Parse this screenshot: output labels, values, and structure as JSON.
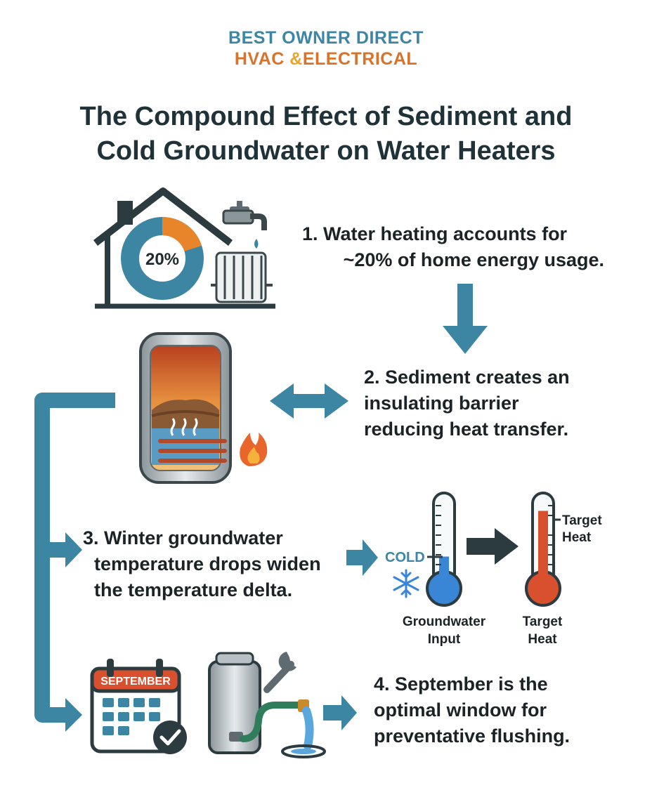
{
  "brand": {
    "line1": "BEST OWNER DIRECT",
    "line2_part1": "HVAC ",
    "line2_amp": "&",
    "line2_part2": "ELECTRICAL"
  },
  "title": {
    "line1": "The Compound Effect of Sediment and",
    "line2": "Cold Groundwater on Water Heaters"
  },
  "steps": [
    {
      "lines": [
        "1. Water heating accounts for",
        "~20% of home energy usage."
      ]
    },
    {
      "lines": [
        "2. Sediment creates an",
        "insulating barrier",
        "reducing heat transfer."
      ]
    },
    {
      "lines": [
        "3. Winter groundwater",
        "temperature drops widen",
        "the temperature delta."
      ]
    },
    {
      "lines": [
        "4. September is the",
        "optimal window for",
        "preventative flushing."
      ]
    }
  ],
  "house": {
    "donut_label": "20%",
    "donut_fraction": 0.2
  },
  "thermometers": {
    "cold_label": "COLD",
    "left_caption": [
      "Groundwater",
      "Input"
    ],
    "right_caption": [
      "Target",
      "Heat"
    ],
    "right_tag": [
      "Target",
      "Heat"
    ],
    "cold_level": 0.35,
    "hot_level": 0.85
  },
  "calendar": {
    "month": "SEPTEMBER"
  },
  "colors": {
    "blue": "#3c86a4",
    "orange": "#e8852b",
    "dark": "#2b3b40",
    "red": "#d8502d"
  }
}
